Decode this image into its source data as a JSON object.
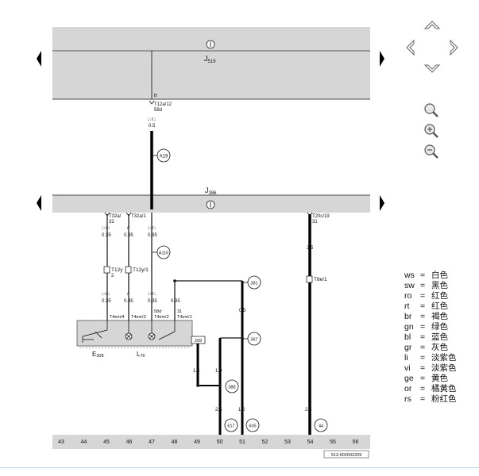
{
  "top_unit": {
    "label": "J",
    "sub": "519"
  },
  "mid_unit": {
    "label": "J",
    "sub": "386"
  },
  "connectors": {
    "main_b": "B",
    "main_t": "T12a/12",
    "main_pin": "58d",
    "t32a": "T32a/",
    "t32a_pin": "32",
    "t32a1": "T32a/1",
    "t20": "T20c/19",
    "t20_pin": "31",
    "t12y": "T12y",
    "t12y_pin": "2",
    "t12y1": "T12y/1",
    "t8e": "T8e/1",
    "t4em4": "T4em/4",
    "t4em3": "T4em/3",
    "t4em2": "T4em/2",
    "t4em1": "T4em/1",
    "t4em3_pin": "58d",
    "t4em2_pin": "31"
  },
  "wires": {
    "w_main_color": "□ /□",
    "w_main_size": "0.5",
    "w1_color": "□ /□",
    "w1_size": "0.35",
    "w2_color": "/",
    "w2_size": "0.35",
    "w3_color": "□ /□",
    "w3_size": "0.35",
    "w4_color": "",
    "w4_size": "2.5",
    "w5_color": "□ /□",
    "w5_size": "0.35",
    "w6_color": "/",
    "w6_size": "0.35",
    "w7_color": "□ /□",
    "w7_size": "0.35",
    "w8_size": "0.35",
    "w9_size": "0.5",
    "w10_size": "1.5",
    "w11_size": "1.0",
    "w12_size": "2.5",
    "w13_size": "1.0",
    "w14_size": "2.5"
  },
  "nodes": {
    "a19": "A19",
    "a116": "A116",
    "n381": "381",
    "n367": "367",
    "n388": "388",
    "n617": "617",
    "n605": "605",
    "n44": "44",
    "g209": "209"
  },
  "components": {
    "e": "E",
    "e_sub": "308",
    "l": "L",
    "l_sub": "76"
  },
  "ruler": [
    "43",
    "44",
    "45",
    "46",
    "47",
    "48",
    "49",
    "50",
    "51",
    "52",
    "53",
    "54",
    "55",
    "56"
  ],
  "ref_code": "913-002002209",
  "legend": [
    {
      "code": "ws",
      "name": "白色"
    },
    {
      "code": "sw",
      "name": "黑色"
    },
    {
      "code": "ro",
      "name": "红色"
    },
    {
      "code": "rt",
      "name": "红色"
    },
    {
      "code": "br",
      "name": "褐色"
    },
    {
      "code": "gn",
      "name": "绿色"
    },
    {
      "code": "bl",
      "name": "蓝色"
    },
    {
      "code": "gr",
      "name": "灰色"
    },
    {
      "code": "li",
      "name": "淡紫色"
    },
    {
      "code": "vi",
      "name": "淡紫色"
    },
    {
      "code": "ge",
      "name": "黄色"
    },
    {
      "code": "or",
      "name": "橘黄色"
    },
    {
      "code": "rs",
      "name": "粉红色"
    }
  ],
  "colors": {
    "panel": "#d6d6d6",
    "line": "#111111",
    "ruler": "#d6d6d6"
  }
}
